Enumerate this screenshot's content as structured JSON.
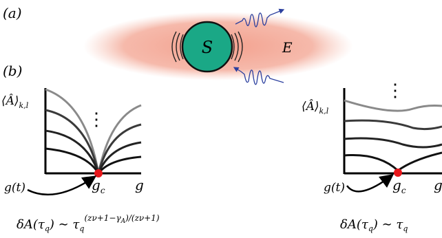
{
  "panel_a": {
    "label": "(a)",
    "system_label": "S",
    "environment_label": "E",
    "colors": {
      "environment": "#f2a896",
      "system": "#1aa886",
      "photon": "#2b3f9e"
    }
  },
  "panel_b": {
    "label": "(b)",
    "left": {
      "ylabel": "⟨Â⟩",
      "ylabel_sub": "k,l",
      "xlabel": "g",
      "drive_label": "g(t)",
      "critical_label": "g",
      "critical_sub": "c",
      "ellipsis": "⋮",
      "formula_main": "δA(τ",
      "formula_sub": "q",
      "formula_mid": ") ∼ τ",
      "formula_exp_sub": "q",
      "formula_exp": "(zν+1−γ",
      "formula_exp_a": "A",
      "formula_exp_end": ")/(zν+1)"
    },
    "right": {
      "ylabel": "⟨Â⟩",
      "ylabel_sub": "k,l",
      "xlabel": "g",
      "drive_label": "g(t)",
      "critical_label": "g",
      "critical_sub": "c",
      "ellipsis": "⋮",
      "formula_main": "δA(τ",
      "formula_sub": "q",
      "formula_mid": ") ∼ τ",
      "formula_exp_sub": "q"
    },
    "colors": {
      "critical_point": "#e8161a",
      "curve_dark": "#111111",
      "curve_mid": "#3a3a3a",
      "curve_light": "#8a8a8a"
    }
  }
}
